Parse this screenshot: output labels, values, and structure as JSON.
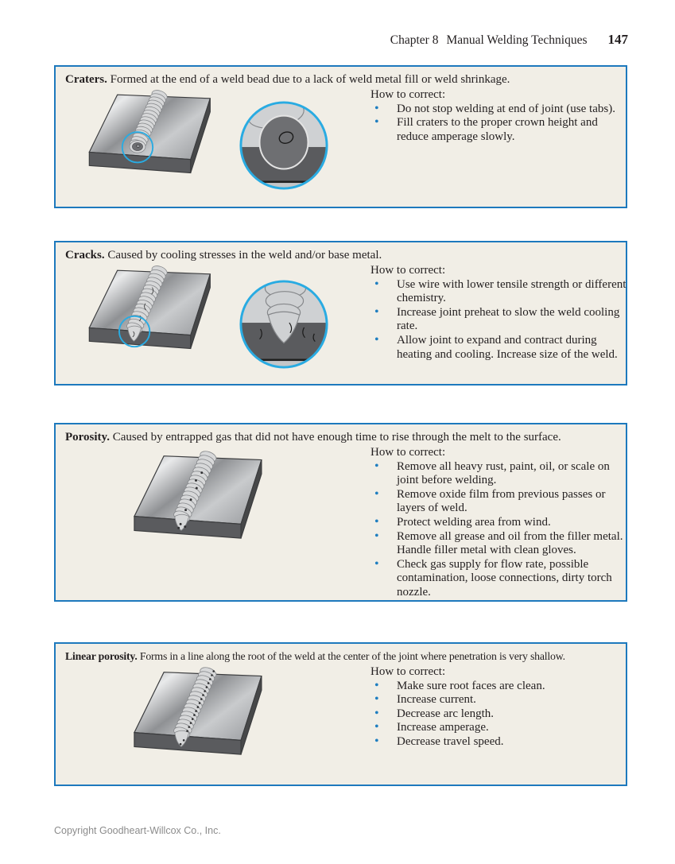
{
  "header": {
    "chapter": "Chapter 8",
    "book_title": "Manual Welding Techniques",
    "page_number": "147"
  },
  "panels": [
    {
      "term": "Craters.",
      "description": "Formed at the end of a weld bead due to a lack of weld metal fill or weld shrinkage.",
      "how_to_label": "How to correct:",
      "bullets": [
        "Do not stop welding at end of joint (use tabs).",
        "Fill craters to the proper crown height and reduce amperage slowly."
      ],
      "graphic": "weld-bead-plate-with-end-crater-and-magnified-crater-view"
    },
    {
      "term": "Cracks.",
      "description": "Caused by cooling stresses in the weld and/or base metal.",
      "how_to_label": "How to correct:",
      "bullets": [
        "Use wire with lower tensile strength or different chemistry.",
        "Increase joint preheat to slow the weld cooling rate.",
        "Allow joint to expand and contract during heating and cooling. Increase size of the weld."
      ],
      "graphic": "weld-bead-plate-with-cracks-and-magnified-crack-view"
    },
    {
      "term": "Porosity.",
      "description": "Caused by entrapped gas that did not have enough time to rise through the melt to the surface.",
      "how_to_label": "How to correct:",
      "bullets": [
        "Remove all heavy rust, paint, oil, or scale on joint before welding.",
        "Remove oxide film from previous passes or layers of weld.",
        "Protect welding area from wind.",
        "Remove all grease and oil from the filler metal. Handle filler metal with clean gloves.",
        "Check gas supply for flow rate, possible contamination, loose connections, dirty torch nozzle."
      ],
      "graphic": "weld-bead-plate-with-scattered-pores"
    },
    {
      "term": "Linear porosity.",
      "description": "Forms in a line along the root of the weld at the center of the joint where penetration is very shallow.",
      "how_to_label": "How to correct:",
      "bullets": [
        "Make sure root faces are clean.",
        "Increase current.",
        "Decrease arc length.",
        "Increase amperage.",
        "Decrease travel speed."
      ],
      "graphic": "weld-bead-plate-with-line-of-pores"
    }
  ],
  "footer": {
    "copyright": "Copyright Goodheart-Willcox Co., Inc."
  },
  "colors": {
    "panel_border": "#1d79bd",
    "panel_background": "#f1eee6",
    "bullet": "#1f7ec0",
    "highlight_circle": "#29abe2",
    "text": "#231f20",
    "footer_text": "#8c8c8c"
  }
}
